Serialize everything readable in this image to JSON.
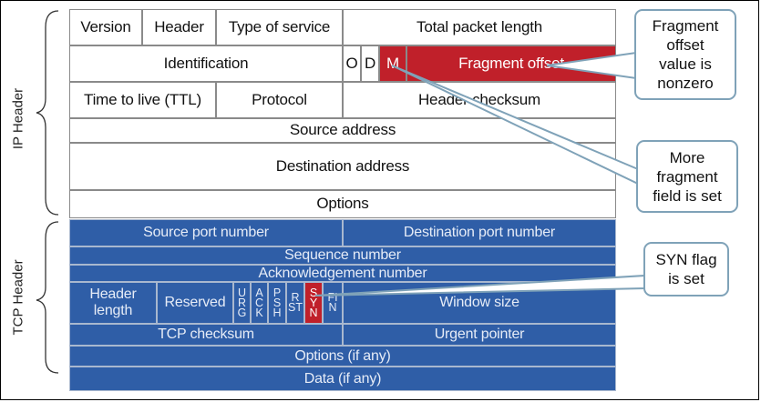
{
  "side_labels": {
    "ip": "IP Header",
    "tcp": "TCP Header"
  },
  "ip_header": {
    "version": "Version",
    "header": "Header",
    "type_of_service": "Type of service",
    "total_packet_length": "Total packet length",
    "identification": "Identification",
    "flag_o": "O",
    "flag_d": "D",
    "flag_m": "M",
    "fragment_offset": "Fragment offset",
    "ttl": "Time to live (TTL)",
    "protocol": "Protocol",
    "header_checksum": "Header checksum",
    "source_address": "Source address",
    "destination_address": "Destination address",
    "options": "Options"
  },
  "tcp_header": {
    "source_port": "Source port number",
    "destination_port": "Destination port number",
    "sequence_number": "Sequence number",
    "ack_number": "Acknowledgement number",
    "header_length": "Header length",
    "reserved": "Reserved",
    "flags": [
      "URG",
      "ACK",
      "PSH",
      "RST",
      "SYN",
      "FIN"
    ],
    "window_size": "Window size",
    "tcp_checksum": "TCP checksum",
    "urgent_pointer": "Urgent pointer",
    "options": "Options (if any)",
    "data": "Data (if any)"
  },
  "callouts": {
    "fragment_offset_nonzero": "Fragment offset value is nonzero",
    "more_fragment_set": "More fragment field is set",
    "syn_set": "SYN flag is set"
  },
  "colors": {
    "highlight_red": "#c0202a",
    "tcp_blue": "#2f5ea7",
    "callout_border": "#7fa2b8"
  }
}
